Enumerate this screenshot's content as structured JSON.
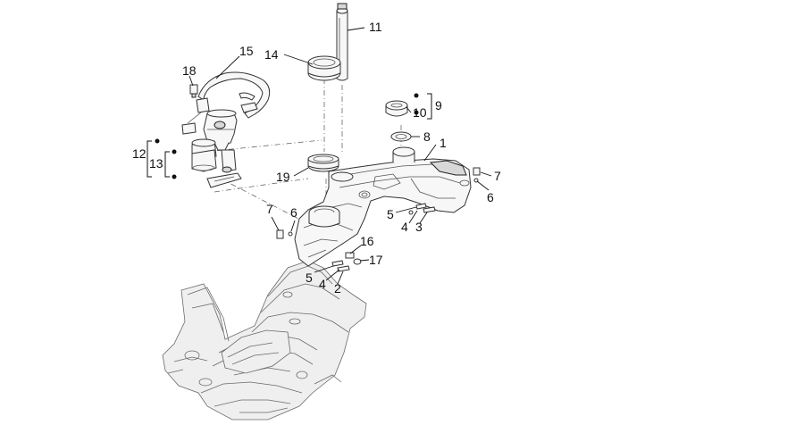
{
  "callouts": {
    "c1": "1",
    "c2": "2",
    "c3": "3",
    "c4a": "4",
    "c4b": "4",
    "c5a": "5",
    "c5b": "5",
    "c6a": "6",
    "c6b": "6",
    "c7a": "7",
    "c7b": "7",
    "c8": "8",
    "c9": "9",
    "c10": "10",
    "c11": "11",
    "c12": "12",
    "c13": "13",
    "c14": "14",
    "c15": "15",
    "c16": "16",
    "c17": "17",
    "c18": "18",
    "c19": "19"
  }
}
